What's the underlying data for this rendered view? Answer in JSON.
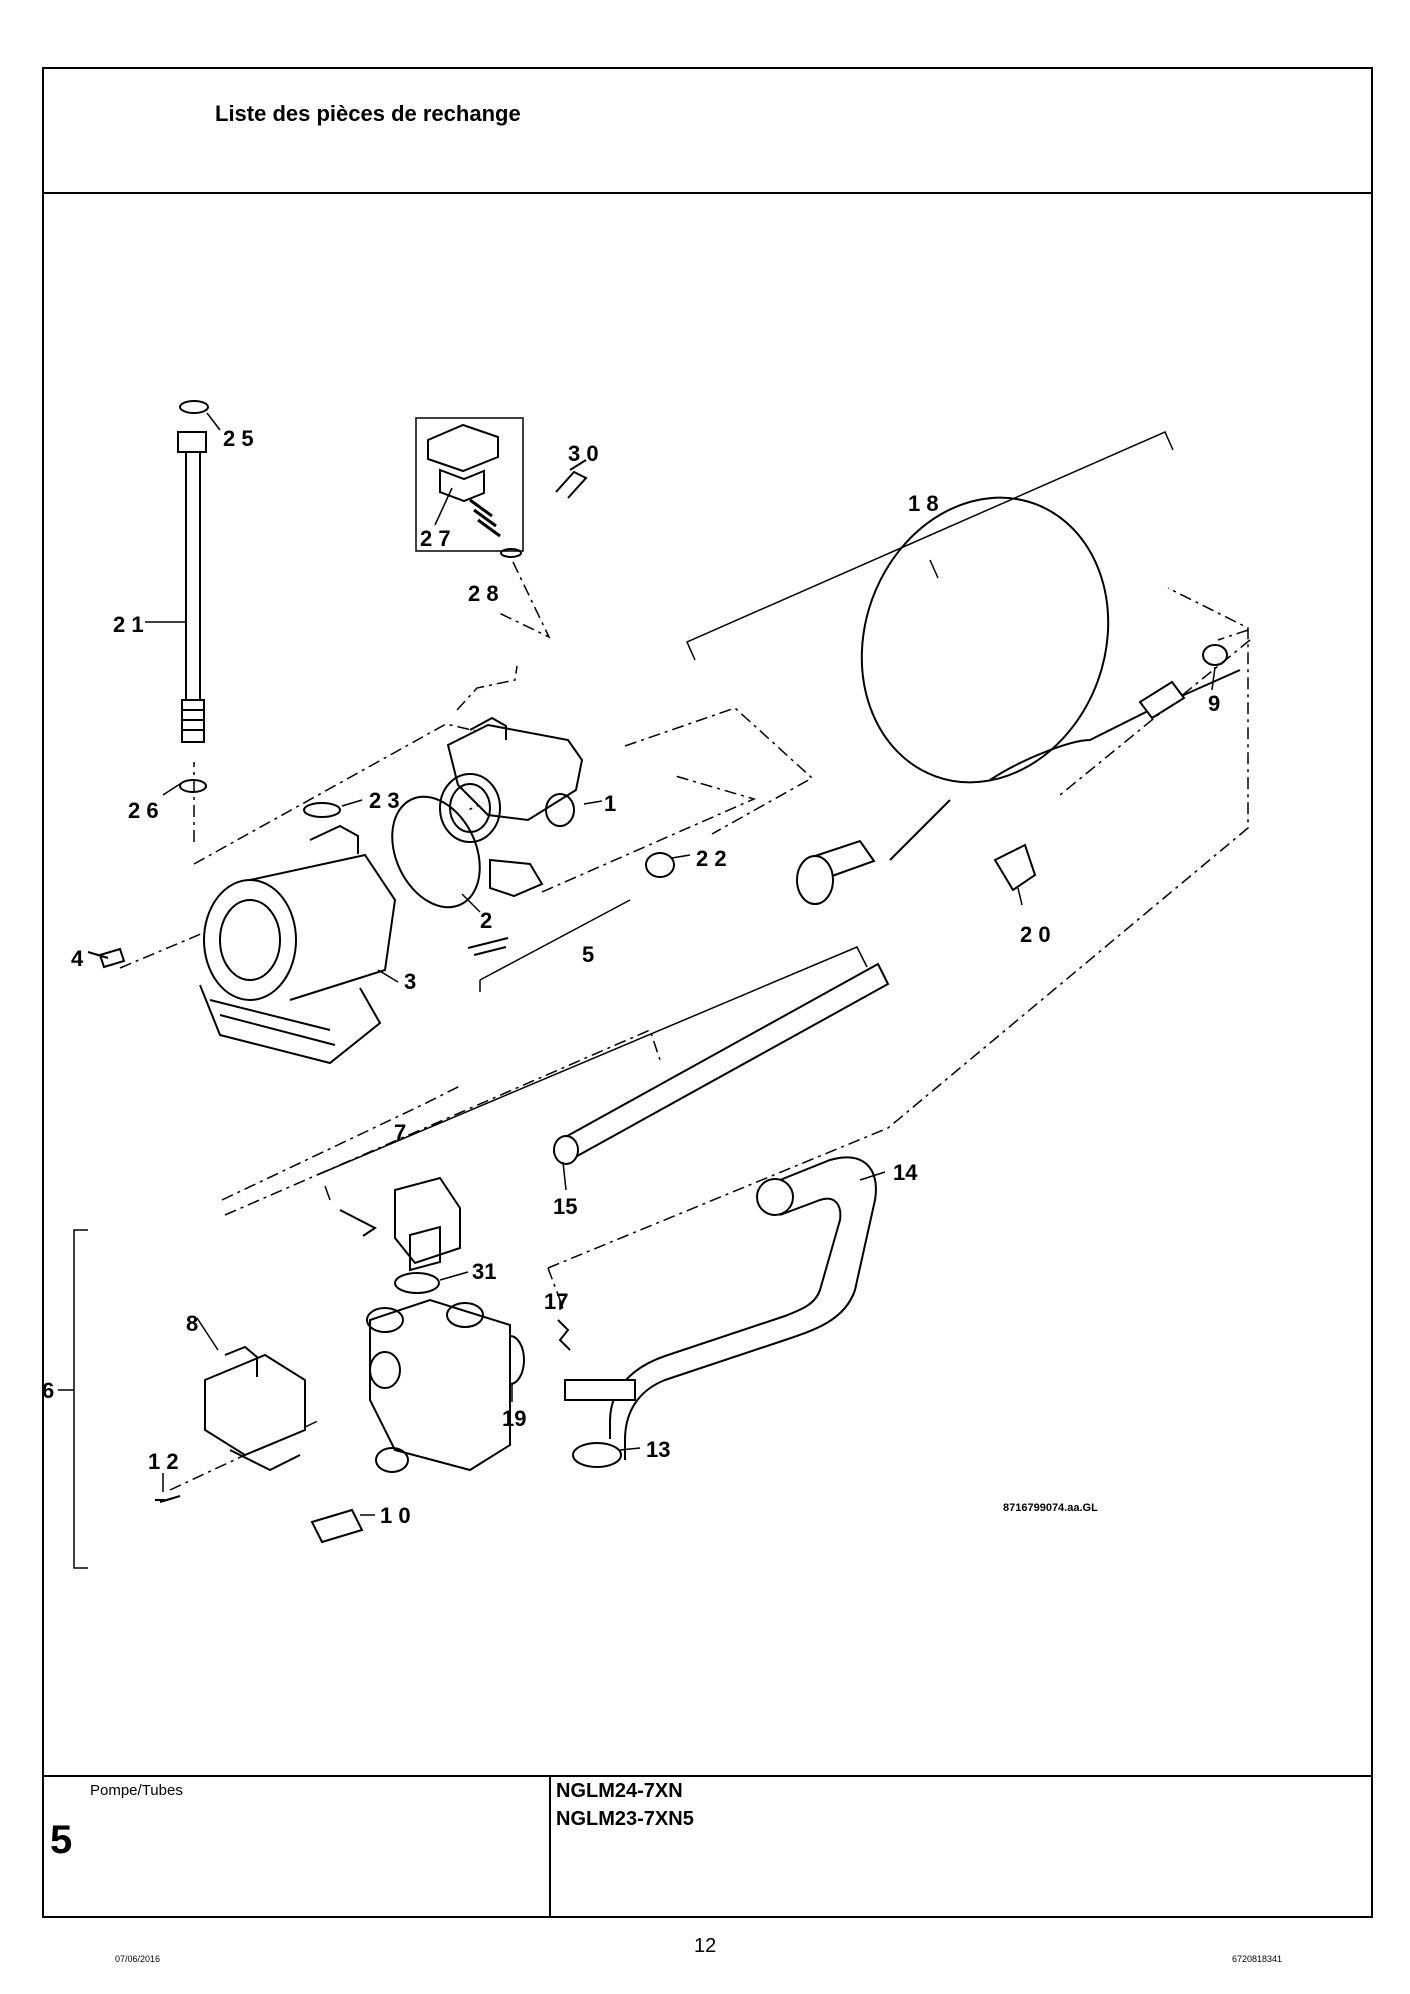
{
  "header": {
    "title": "Liste des pièces de rechange"
  },
  "footer_block": {
    "section_name": "Pompe/Tubes",
    "section_number": "5",
    "models": [
      "NGLM24-7XN",
      "NGLM23-7XN5"
    ]
  },
  "footer": {
    "date": "07/06/2016",
    "page": "12",
    "doc_number": "6720818341"
  },
  "diagram": {
    "reference": "8716799074.aa.GL",
    "callouts": {
      "p1": "1",
      "p2": "2",
      "p3": "3",
      "p4": "4",
      "p5": "5",
      "p6": "6",
      "p7": "7",
      "p8": "8",
      "p9": "9",
      "p10": "1 0",
      "p12": "1 2",
      "p13": "13",
      "p14": "14",
      "p15": "15",
      "p17": "17",
      "p18": "1 8",
      "p19": "19",
      "p20": "2 0",
      "p21": "2 1",
      "p22": "2 2",
      "p23": "2 3",
      "p25": "2 5",
      "p26": "2 6",
      "p27": "2 7",
      "p28": "2 8",
      "p30": "3 0",
      "p31": "31"
    }
  }
}
